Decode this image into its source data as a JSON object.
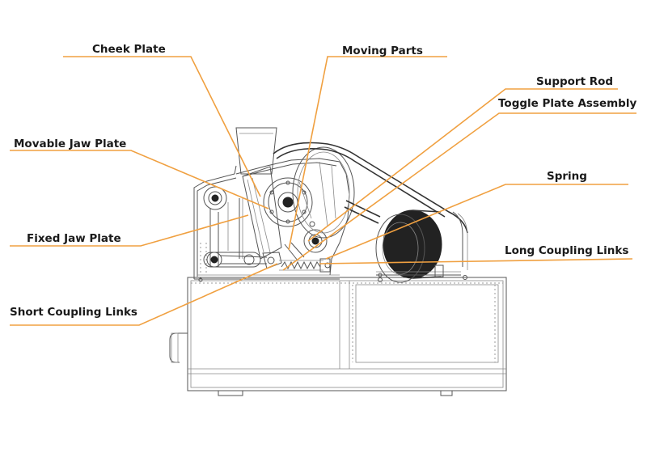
{
  "colors": {
    "leader": "#f0a040",
    "label": "#1a1a1a",
    "drawing": "#555555"
  },
  "labels": {
    "cheek_plate": "Cheek Plate",
    "moving_parts": "Moving Parts",
    "support_rod": "Support Rod",
    "toggle_plate_assembly": "Toggle Plate Assembly",
    "movable_jaw_plate": "Movable Jaw Plate",
    "spring": "Spring",
    "fixed_jaw_plate": "Fixed Jaw Plate",
    "long_coupling_links": "Long Coupling Links",
    "short_coupling_links": "Short Coupling Links"
  }
}
